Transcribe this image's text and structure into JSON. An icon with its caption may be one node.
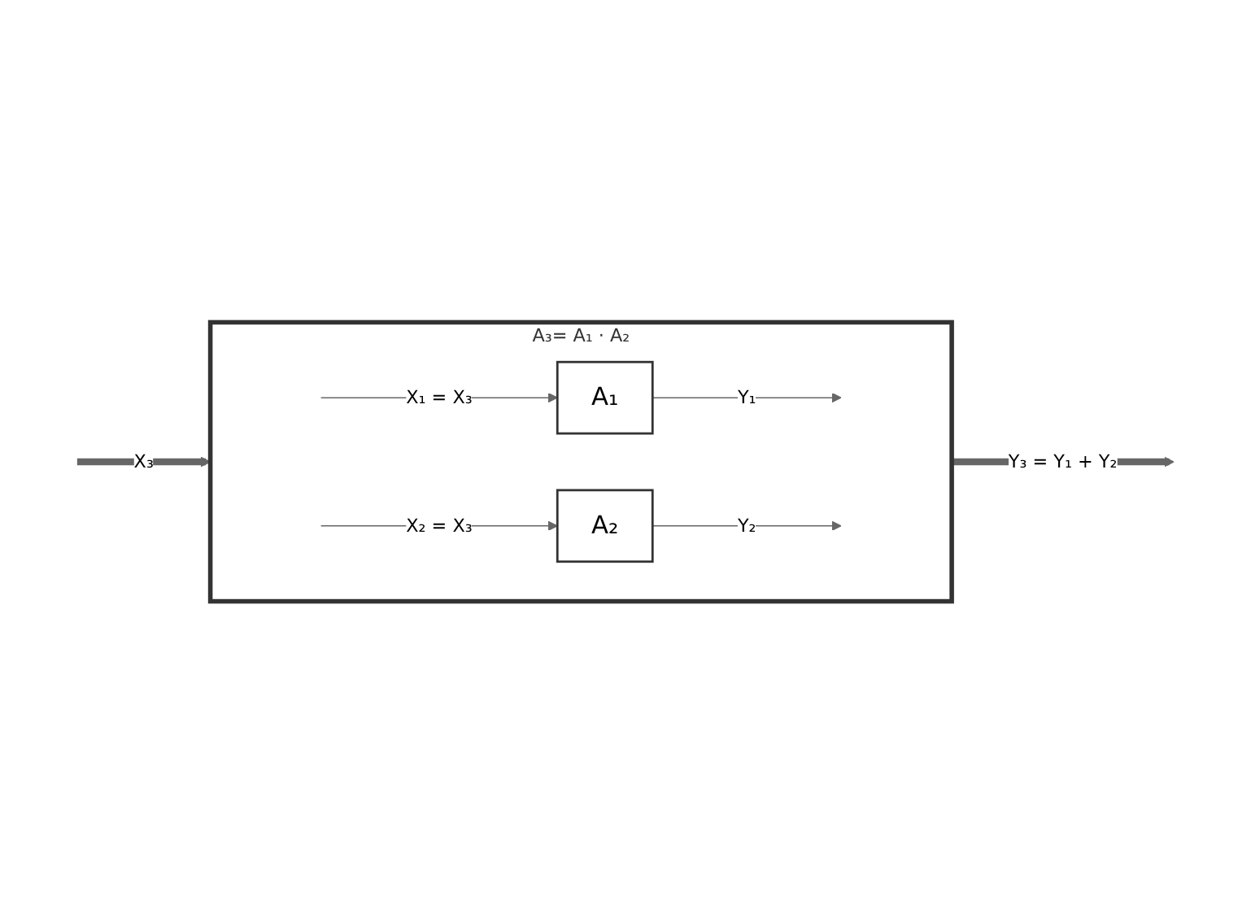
{
  "diagram": {
    "nodes": [
      {
        "text": [
          "A₃= A₁ · A₂"
        ]
      },
      {
        "text": [
          "A₁"
        ],
        "in": 0
      },
      {
        "text": [
          "A₂"
        ],
        "in": 0
      }
    ],
    "edges": [
      {
        "from": null,
        "to": 0,
        "arrow": "to",
        "label": "X₃",
        "style": "thick"
      },
      {
        "from": null,
        "to": 1,
        "arrow": "to",
        "label": "X₁ = X₃"
      },
      {
        "from": null,
        "to": 2,
        "arrow": "to",
        "label": "X₂ = X₃"
      },
      {
        "from": 1,
        "to": null,
        "arrow": "to",
        "label": "Y₁"
      },
      {
        "from": 2,
        "to": null,
        "arrow": "to",
        "label": "Y₂"
      },
      {
        "from": 0,
        "to": null,
        "arrow": "to",
        "label": "Y₃ = Y₁ + Y₂",
        "style": "thick"
      }
    ]
  }
}
